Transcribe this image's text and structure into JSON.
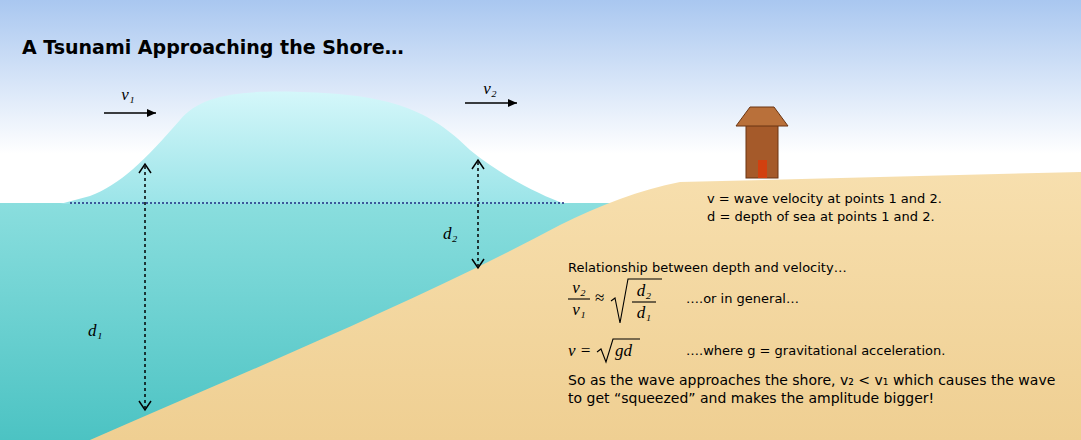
{
  "diagram": {
    "title": "A Tsunami Approaching the Shore…",
    "labels": [
      "v₁",
      "v₂",
      "d₁",
      "d₂",
      "v = wave velocity at points 1 and 2.",
      "d = depth of sea at points 1 and 2.",
      "Relationship between depth and velocity…",
      "v₂",
      "v₁",
      "≈",
      "d₂",
      "d₁",
      "….or in general…",
      "v =",
      "gd",
      "….where g = gravitational acceleration.",
      "So as the wave approaches the shore, v₂ < v₁ which causes the wave to get “squeezed” and makes the amplitude bigger!"
    ]
  }
}
